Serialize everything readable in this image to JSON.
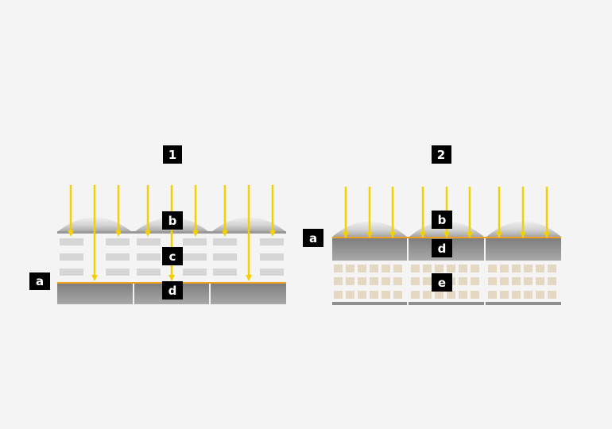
{
  "panels": [
    {
      "id": "front-illuminated",
      "number": "1",
      "labels": {
        "a": "a",
        "b": "b",
        "c": "c",
        "d": "d"
      }
    },
    {
      "id": "back-illuminated",
      "number": "2",
      "labels": {
        "a": "a",
        "b": "b",
        "d": "d",
        "e": "e"
      }
    }
  ],
  "colors": {
    "background": "#f4f4f4",
    "light_ray": "#f5d000",
    "microlens": "#c4c4c4",
    "photodiode": "#8f8f8f",
    "wiring_gray": "#d6d6d6",
    "wiring_beige": "#e5d8c2",
    "orange_line": "#f0a020",
    "label_box": "#000000",
    "label_text": "#ffffff"
  }
}
